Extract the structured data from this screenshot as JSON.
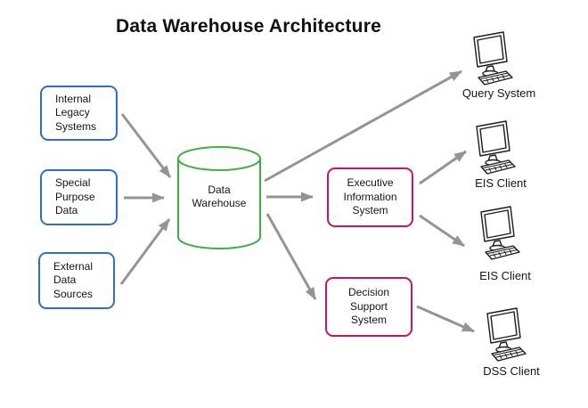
{
  "title": "Data Warehouse Architecture",
  "colors": {
    "blue": "#2e6bd4",
    "green": "#3cb043",
    "magenta": "#c9116e",
    "arrow": "#949494"
  },
  "sources": [
    {
      "label": "Internal\nLegacy\nSystems"
    },
    {
      "label": "Special\nPurpose\nData"
    },
    {
      "label": "External\nData\nSources"
    }
  ],
  "warehouse": {
    "label": "Data\nWarehouse"
  },
  "systems": [
    {
      "label": "Executive\nInformation\nSystem"
    },
    {
      "label": "Decision\nSupport\nSystem"
    }
  ],
  "clients": [
    {
      "label": "Query System"
    },
    {
      "label": "EIS Client"
    },
    {
      "label": "EIS Client"
    },
    {
      "label": "DSS Client"
    }
  ]
}
